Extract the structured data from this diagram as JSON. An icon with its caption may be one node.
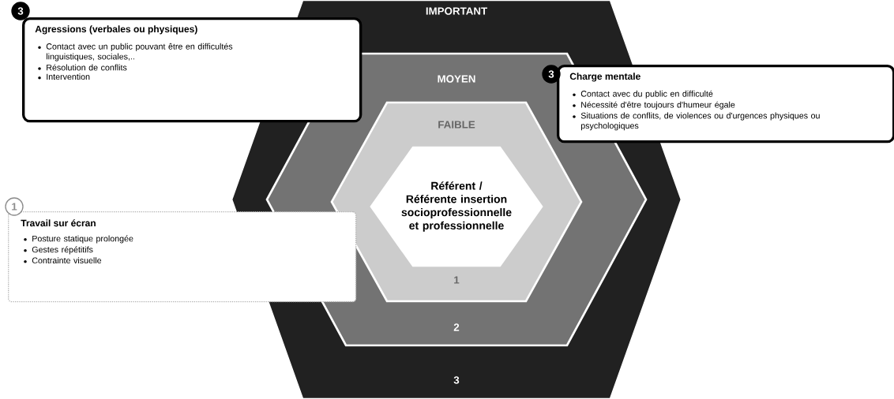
{
  "diagram": {
    "nodes": [
      {
        "text": [
          "IMPORTANT",
          "3"
        ]
      },
      {
        "text": [
          "MOYEN",
          "2"
        ],
        "in": 0
      },
      {
        "text": [
          "FAIBLE",
          "1"
        ],
        "in": 1
      },
      {
        "text": [
          "Référent / Référente insertion socioprofessionnelle et professionnelle"
        ],
        "in": 2
      },
      {
        "text": [
          "Agressions (verbales ou physiques)",
          "Contact avec un public pouvant être en difficultés linguistiques, sociales,..",
          "Résolution de conflits",
          "Intervention"
        ],
        "beside": [
          "3"
        ]
      },
      {
        "text": [
          "Charge mentale",
          "Contact avec du public en difficulté",
          "Nécessité d'être toujours d'humeur égale",
          "Situations de conflits, de violences  ou d'urgences physiques ou psychologiques"
        ],
        "beside": [
          "3"
        ]
      },
      {
        "text": [
          "Travail sur écran",
          "Posture statique prolongée",
          "Gestes répétitifs",
          "Contrainte visuelle"
        ],
        "beside": [
          "1"
        ]
      }
    ]
  }
}
